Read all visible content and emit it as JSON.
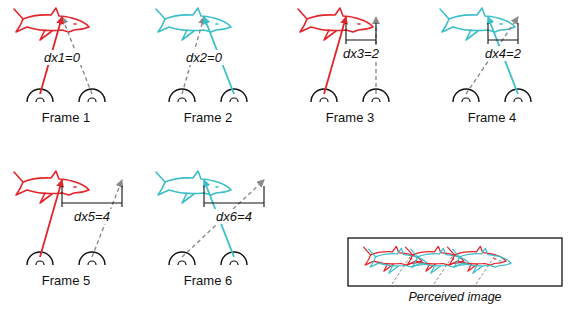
{
  "diagram": {
    "labels": [
      "dx1=0",
      "Frame 1",
      "dx2=0",
      "Frame 2",
      "dx3=2",
      "Frame 3",
      "dx4=2",
      "Frame 4",
      "dx5=4",
      "Frame 5",
      "dx6=4",
      "Frame 6",
      "Perceived image"
    ]
  }
}
